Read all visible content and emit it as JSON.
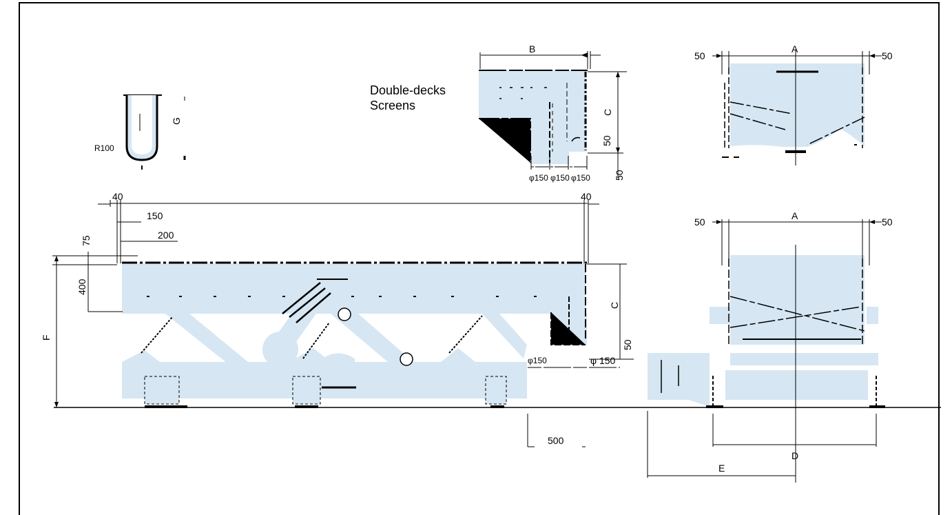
{
  "title": {
    "line1": "Double-decks",
    "line2": "Screens"
  },
  "colors": {
    "fill": "#d6e6f2",
    "line": "#000000",
    "frame": "#000000"
  },
  "labels": {
    "A_top": "A",
    "A_bottom": "A",
    "B": "B",
    "C_top": "C",
    "C_side": "C",
    "D": "D",
    "E": "E",
    "F": "F",
    "G": "G",
    "R100": "R100",
    "d40_left": "40",
    "d40_right": "40",
    "d150": "150",
    "d200": "200",
    "d75": "75",
    "d400": "400",
    "d500": "500",
    "d50_top_left": "50",
    "d50_top_right": "50",
    "d50_bot_left": "50",
    "d50_bot_right": "50",
    "d50_vert_a": "50",
    "d50_vert_b": "50",
    "d50_side": "50",
    "phi150_a": "φ150",
    "phi150_b": "φ150",
    "phi150_c": "φ150",
    "phi150_d": "φ150",
    "phi150_e": "φ 150"
  }
}
